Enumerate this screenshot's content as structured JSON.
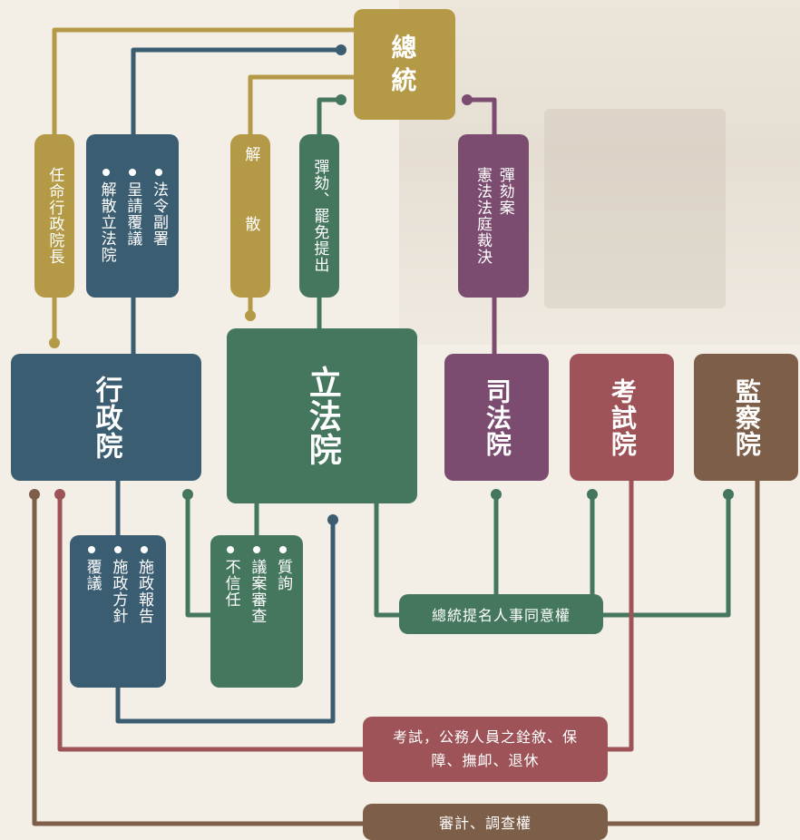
{
  "colors": {
    "gold": "#b49a46",
    "blue": "#3b5d72",
    "green": "#45775f",
    "purple": "#7b4c70",
    "red": "#9e5358",
    "brown": "#7d5e48",
    "background": "#f4efe6"
  },
  "president": {
    "label": "總統"
  },
  "branches": {
    "executive": "行政院",
    "legislative": "立法院",
    "judicial": "司法院",
    "examination": "考試院",
    "control": "監察院"
  },
  "powers": {
    "appoint_premier": "任命行政院長",
    "exec_to_president": [
      "法令副署",
      "呈請覆議",
      "解散立法院"
    ],
    "dissolve": "解散",
    "impeach_recall": "彈劾、罷免提出",
    "impeachment_court": [
      "彈劾案",
      "憲法法庭裁決"
    ],
    "exec_to_legis": [
      "施政報告",
      "施政方針",
      "覆議"
    ],
    "legis_to_exec": [
      "質詢",
      "議案審查",
      "不信任"
    ],
    "nomination_consent": "總統提名人事同意權",
    "civil_service": "考試，公務人員之銓敘、保障、撫卹、退休",
    "audit": "審計、調查權"
  }
}
